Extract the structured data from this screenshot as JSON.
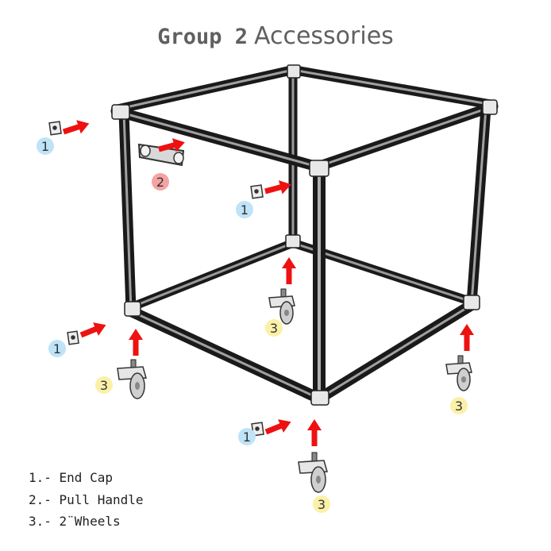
{
  "title": {
    "bold": "Group 2",
    "light": "Accessories"
  },
  "legend": [
    {
      "text": "1.- End Cap"
    },
    {
      "text": "2.- Pull Handle"
    },
    {
      "text": "3.- 2¨Wheels"
    }
  ],
  "callouts": [
    {
      "label": "1",
      "color": "#bfe3f7"
    },
    {
      "label": "2",
      "color": "#f4a3a3"
    },
    {
      "label": "3",
      "color": "#fbf0a8"
    }
  ]
}
